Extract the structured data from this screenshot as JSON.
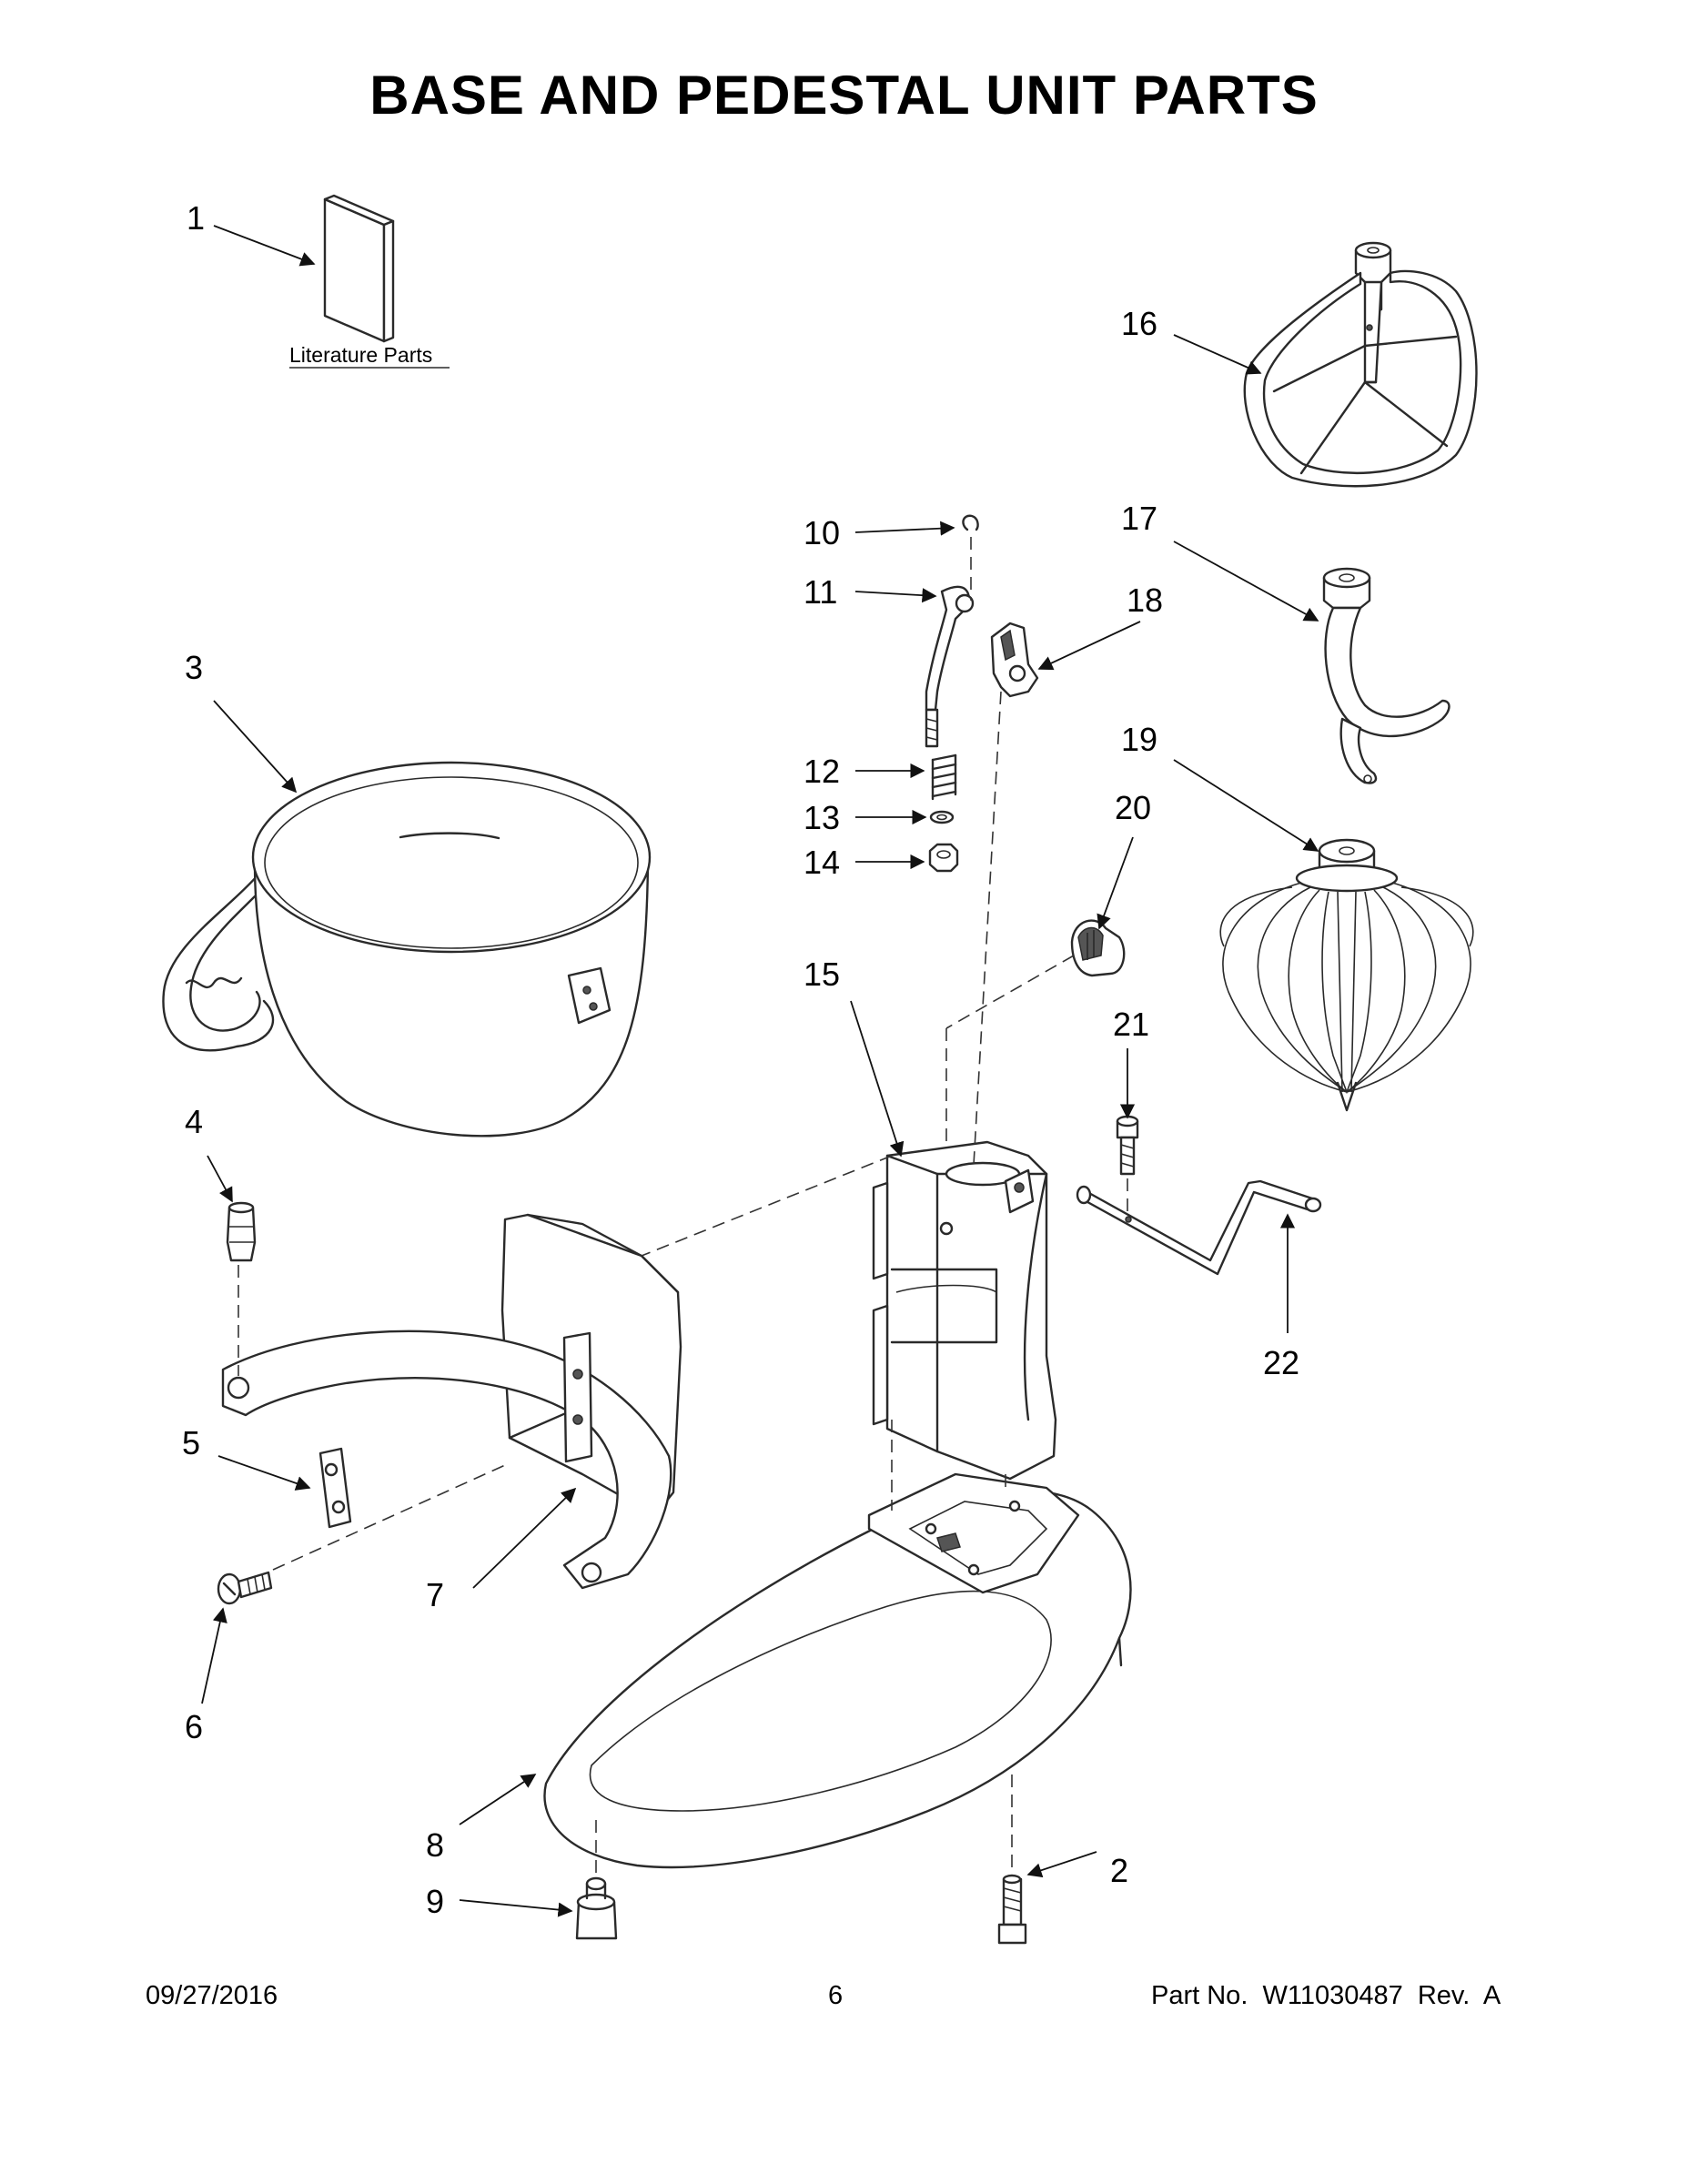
{
  "title": "BASE AND PEDESTAL UNIT PARTS",
  "literature_label": "Literature Parts",
  "callouts": {
    "c1": "1",
    "c2": "2",
    "c3": "3",
    "c4": "4",
    "c5": "5",
    "c6": "6",
    "c7": "7",
    "c8": "8",
    "c9": "9",
    "c10": "10",
    "c11": "11",
    "c12": "12",
    "c13": "13",
    "c14": "14",
    "c15": "15",
    "c16": "16",
    "c17": "17",
    "c18": "18",
    "c19": "19",
    "c20": "20",
    "c21": "21",
    "c22": "22"
  },
  "footer": {
    "date": "09/27/2016",
    "page": "6",
    "part_number": "Part No.  W11030487  Rev.  A"
  }
}
